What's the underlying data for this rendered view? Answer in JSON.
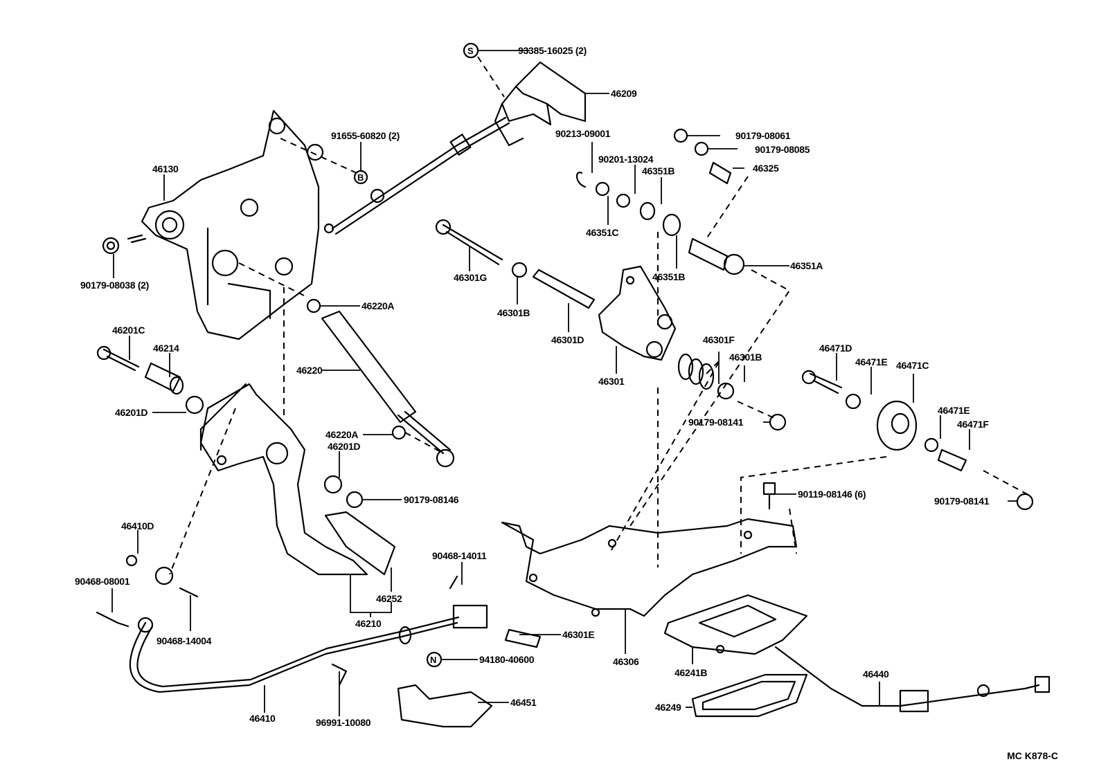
{
  "diagram": {
    "title": "Parking brake pedal assembly parts diagram",
    "code": "MC K878-C",
    "symbols": {
      "s": "S",
      "b": "B",
      "n": "N"
    },
    "labels": {
      "p93385_16025": "93385-16025 (2)",
      "p46209": "46209",
      "p91655_60820": "91655-60820 (2)",
      "p46130": "46130",
      "p90213_09001": "90213-09001",
      "p90179_08061": "90179-08061",
      "p90179_08085": "90179-08085",
      "p90201_13024": "90201-13024",
      "p46351B_top": "46351B",
      "p46325": "46325",
      "p46351C": "46351C",
      "p46351B_bottom": "46351B",
      "p46351A": "46351A",
      "p90179_08038": "90179-08038 (2)",
      "p46301G": "46301G",
      "p46301B_left": "46301B",
      "p46301D": "46301D",
      "p46220A_top": "46220A",
      "p46220": "46220",
      "p46301": "46301",
      "p46301F": "46301F",
      "p46301B_right": "46301B",
      "p46201C": "46201C",
      "p46214": "46214",
      "p46201D_left": "46201D",
      "p46220A_bottom": "46220A",
      "p46201D_mid": "46201D",
      "p90179_08146": "90179-08146",
      "p90179_08141_mid": "90179-08141",
      "p46471D": "46471D",
      "p46471E_top": "46471E",
      "p46471C": "46471C",
      "p46471E_right": "46471E",
      "p46471F": "46471F",
      "p90119_08146": "90119-08146 (6)",
      "p90179_08141_right": "90179-08141",
      "p46410D": "46410D",
      "p90468_08001": "90468-08001",
      "p90468_14004": "90468-14004",
      "p90468_14011": "90468-14011",
      "p46252": "46252",
      "p46210": "46210",
      "p46301E": "46301E",
      "p94180_40600": "94180-40600",
      "p46306": "46306",
      "p46241B": "46241B",
      "p46440": "46440",
      "p46451": "46451",
      "p46249": "46249",
      "p46410": "46410",
      "p96991_10080": "96991-10080"
    }
  }
}
